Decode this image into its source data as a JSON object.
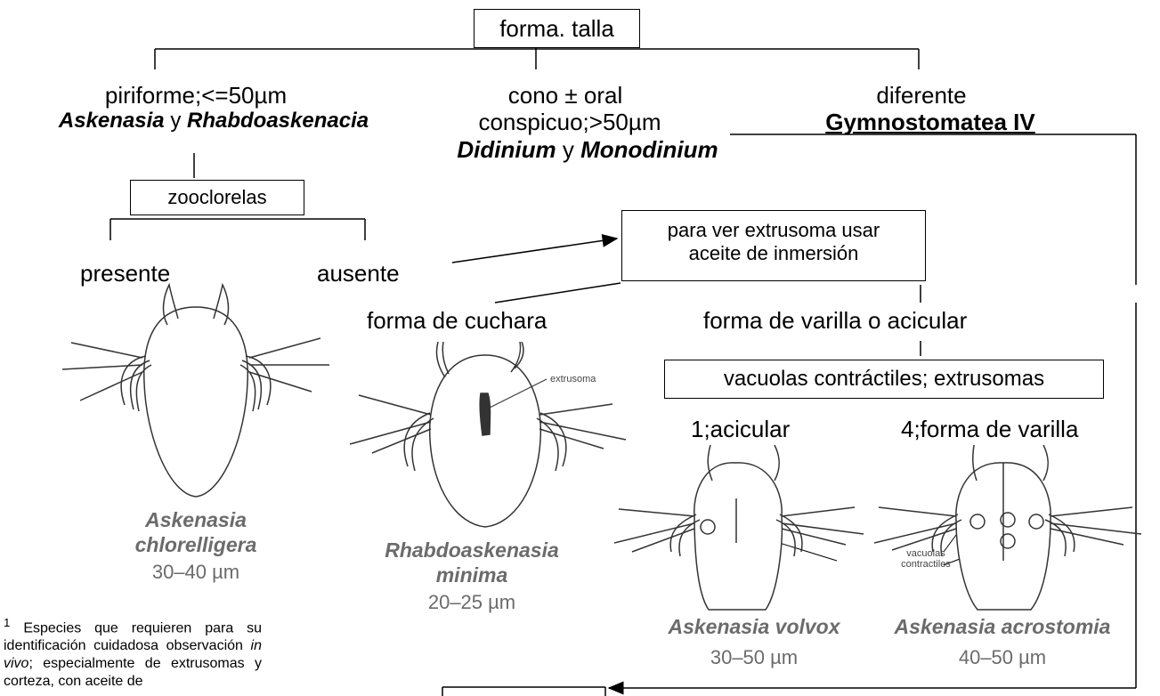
{
  "root_box": "forma. talla",
  "branch_left": {
    "line1": "piriforme;<=50µm",
    "genus1": "Askenasia",
    "conj": "y",
    "genus2": "Rhabdoaskenacia"
  },
  "branch_middle": {
    "line1": "cono ± oral",
    "line2": "conspicuo;>50µm",
    "genus1": "Didinium",
    "conj": "y",
    "genus2": "Monodinium"
  },
  "branch_right": {
    "line1": "diferente",
    "group": "Gymnostomatea IV"
  },
  "zoo_box": "zooclorelas",
  "presente": "presente",
  "ausente": "ausente",
  "oil_box": {
    "line1": "para ver extrusoma usar",
    "line2": "aceite de inmersión"
  },
  "spoon_label": "forma de cuchara",
  "rod_label": "forma de varilla o acicular",
  "vac_box": "vacuolas contráctiles; extrusomas",
  "opt1": "1;acicular",
  "opt4": "4;forma de varilla",
  "species": [
    {
      "name1": "Askenasia",
      "name2": "chlorelligera",
      "size": "30–40 µm"
    },
    {
      "name1": "Rhabdoaskenasia",
      "name2": "minima",
      "size": "20–25 µm"
    },
    {
      "name1": "Askenasia volvox",
      "size": "30–50 µm"
    },
    {
      "name1": "Askenasia acrostomia",
      "size": "40–50 µm"
    }
  ],
  "labels": {
    "extrusoma": "extrusoma",
    "vacuolas1": "vacuolas",
    "vacuolas2": "contractiles"
  },
  "footnote": {
    "mark": "1",
    "text1": "Especies que requieren para su identificación cuidadosa observación",
    "italic": "in vivo",
    "text2": "; especialmente de extrusomas y corteza, con aceite de"
  }
}
